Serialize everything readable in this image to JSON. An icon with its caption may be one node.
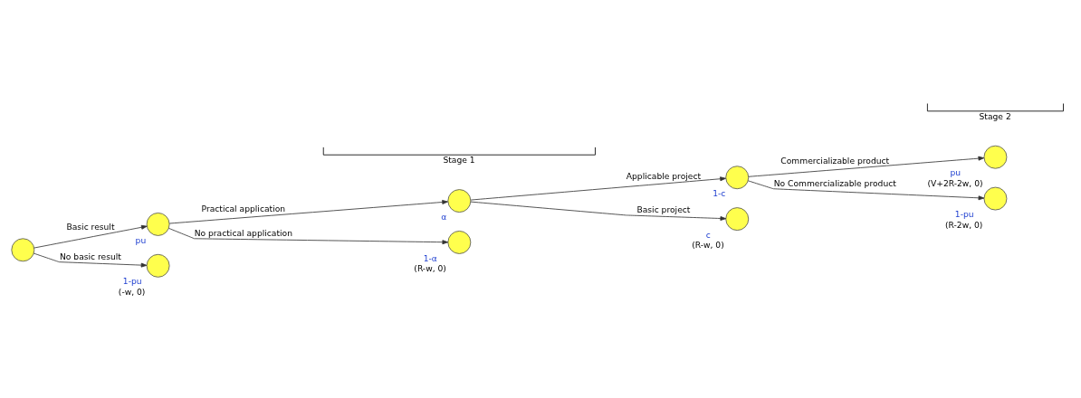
{
  "diagram": {
    "nodes": [
      {
        "text": [],
        "shape": "circle"
      },
      {
        "text": [],
        "shape": "circle",
        "beside": [
          "pu"
        ]
      },
      {
        "text": [],
        "shape": "circle",
        "beside": [
          "1-pu",
          "(-w, 0)"
        ]
      },
      {
        "text": [],
        "shape": "circle",
        "beside": [
          "α"
        ]
      },
      {
        "text": [],
        "shape": "circle",
        "beside": [
          "1-α",
          "(R-w, 0)"
        ]
      },
      {
        "text": [],
        "shape": "circle",
        "beside": [
          "1-c"
        ]
      },
      {
        "text": [],
        "shape": "circle",
        "beside": [
          "c",
          "(R-w, 0)"
        ]
      },
      {
        "text": [],
        "shape": "circle",
        "beside": [
          "pu",
          "(V+2R-2w, 0)"
        ]
      },
      {
        "text": [],
        "shape": "circle",
        "beside": [
          "1-pu",
          "(R-2w, 0)"
        ]
      }
    ],
    "edges": [
      {
        "from": 0,
        "to": 1,
        "arrow": "to",
        "label": "Basic result"
      },
      {
        "from": 0,
        "to": 2,
        "arrow": "to",
        "label": "No basic result"
      },
      {
        "from": 1,
        "to": 3,
        "arrow": "to",
        "label": "Practical application"
      },
      {
        "from": 1,
        "to": 4,
        "arrow": "to",
        "label": "No practical application"
      },
      {
        "from": 3,
        "to": 5,
        "arrow": "to",
        "label": "Applicable project"
      },
      {
        "from": 3,
        "to": 6,
        "arrow": "to",
        "label": "Basic project"
      },
      {
        "from": 5,
        "to": 7,
        "arrow": "to",
        "label": "Commercializable product"
      },
      {
        "from": 5,
        "to": 8,
        "arrow": "to",
        "label": "No Commercializable product"
      }
    ],
    "labels": [
      "Stage 1",
      "Stage 2"
    ]
  }
}
